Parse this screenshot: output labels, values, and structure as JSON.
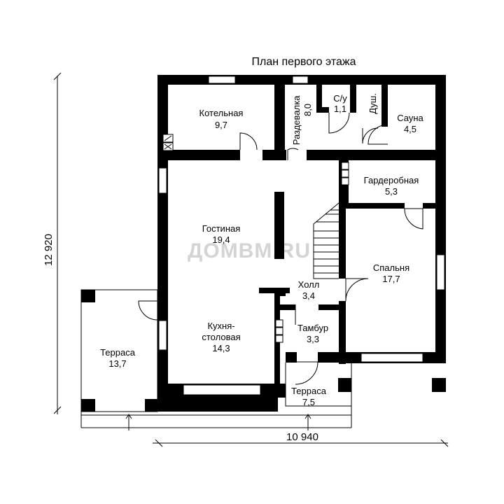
{
  "title": "План первого этажа",
  "watermark": "ДОМВМ.RU",
  "dimensions": {
    "height": "12 920",
    "width": "10 940"
  },
  "rooms": {
    "kotelnaya": {
      "name": "Котельная",
      "area": "9,7"
    },
    "razdevalka": {
      "name": "Раздевалка",
      "area": "8,0"
    },
    "su": {
      "name": "С/у",
      "area": "1,1"
    },
    "dush": {
      "name": "Душ."
    },
    "sauna": {
      "name": "Сауна",
      "area": "4,5"
    },
    "garderob": {
      "name": "Гардеробная",
      "area": "5,3"
    },
    "gostinaya": {
      "name": "Гостиная",
      "area": "19,4"
    },
    "spalnya": {
      "name": "Спальня",
      "area": "17,7"
    },
    "holl": {
      "name": "Холл",
      "area": "3,4"
    },
    "kuhnya": {
      "name1": "Кухня-",
      "name2": "столовая",
      "area": "14,3"
    },
    "tambur": {
      "name": "Тамбур",
      "area": "3,3"
    },
    "terrasa_left": {
      "name": "Терраса",
      "area": "13,7"
    },
    "terrasa_front": {
      "name": "Терраса",
      "area": "7,5"
    }
  }
}
